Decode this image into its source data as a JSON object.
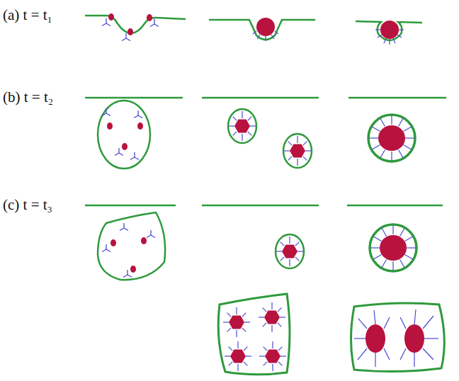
{
  "diagram": {
    "labels": [
      "(a) t = t₁",
      "(b) t = t₂",
      "(c) t = t₃"
    ]
  }
}
